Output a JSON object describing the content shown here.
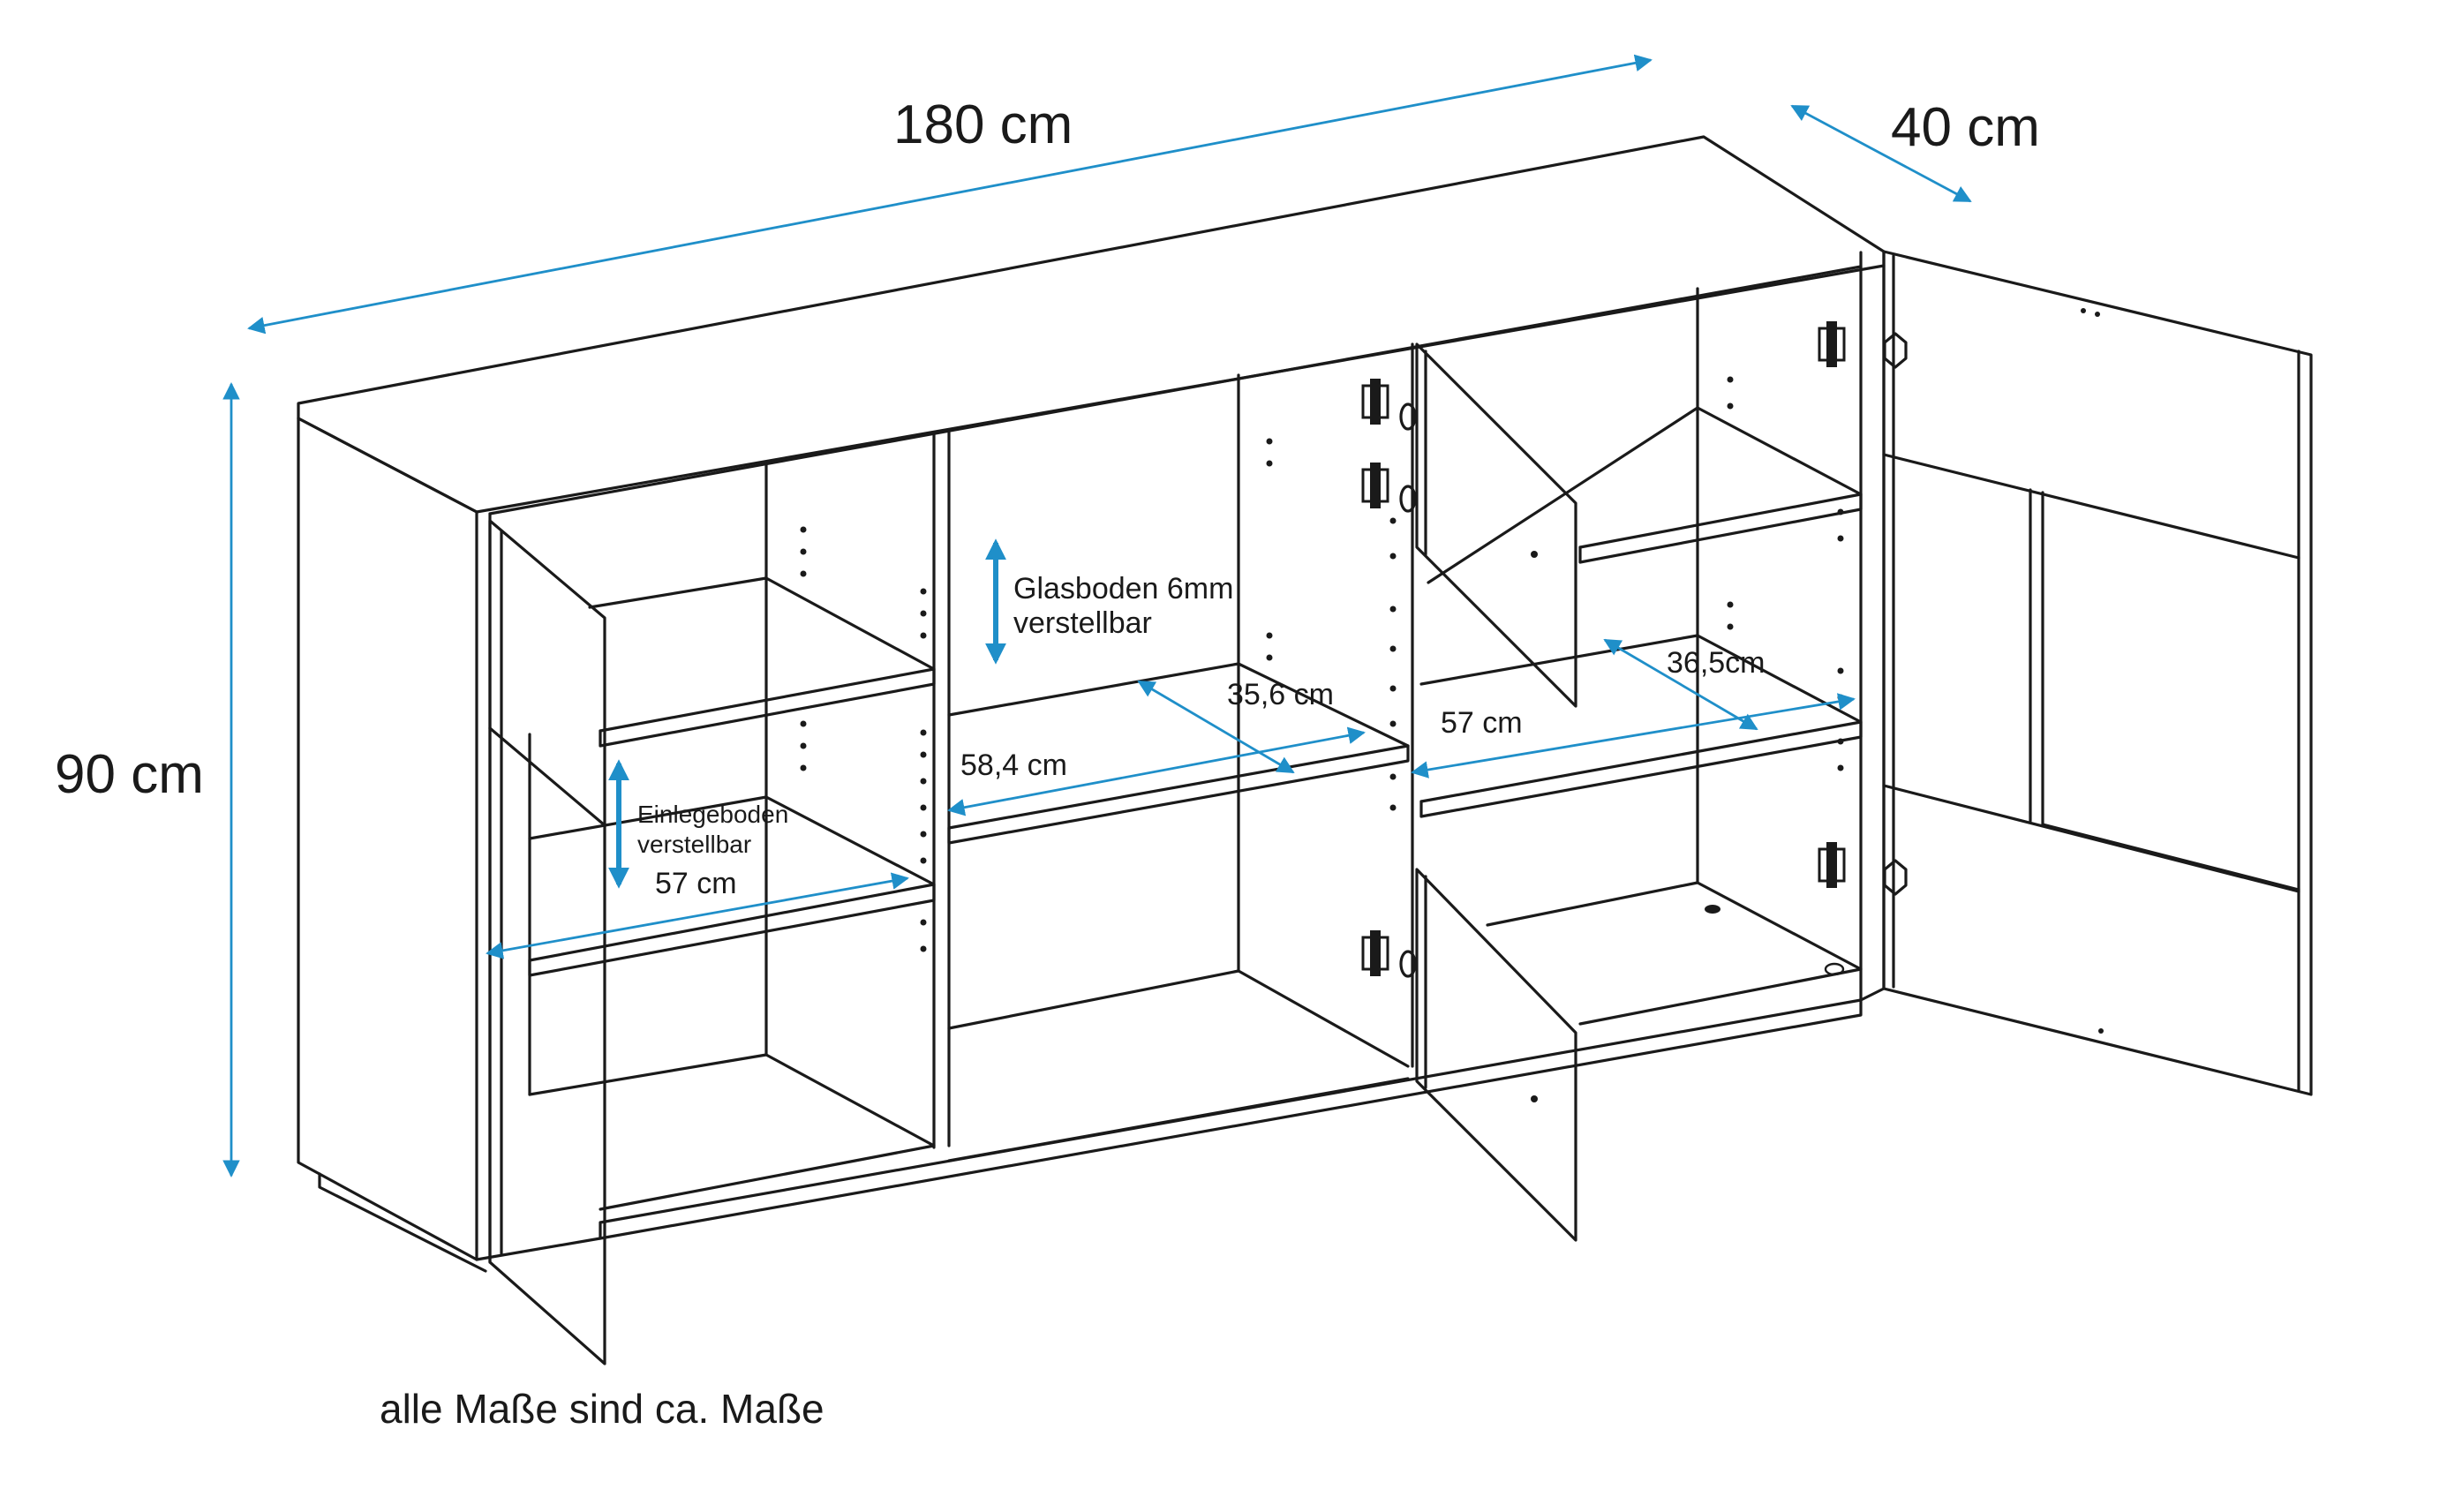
{
  "dimensions": {
    "width": "180 cm",
    "depth": "40 cm",
    "height": "90 cm",
    "left_shelf_width": "57 cm",
    "middle_shelf_width": "58,4 cm",
    "middle_shelf_depth": "35,6 cm",
    "right_shelf_width": "57 cm",
    "right_shelf_depth": "36,5cm"
  },
  "labels": {
    "glass_shelf_line1": "Glasboden 6mm",
    "glass_shelf_line2": "verstellbar",
    "insert_shelf_line1": "Einlegeboden",
    "insert_shelf_line2": "verstellbar"
  },
  "note": "alle Maße sind ca. Maße",
  "colors": {
    "dimension_line": "#1f8fc9",
    "drawing_line": "#1a1a1a",
    "background": "#ffffff"
  }
}
